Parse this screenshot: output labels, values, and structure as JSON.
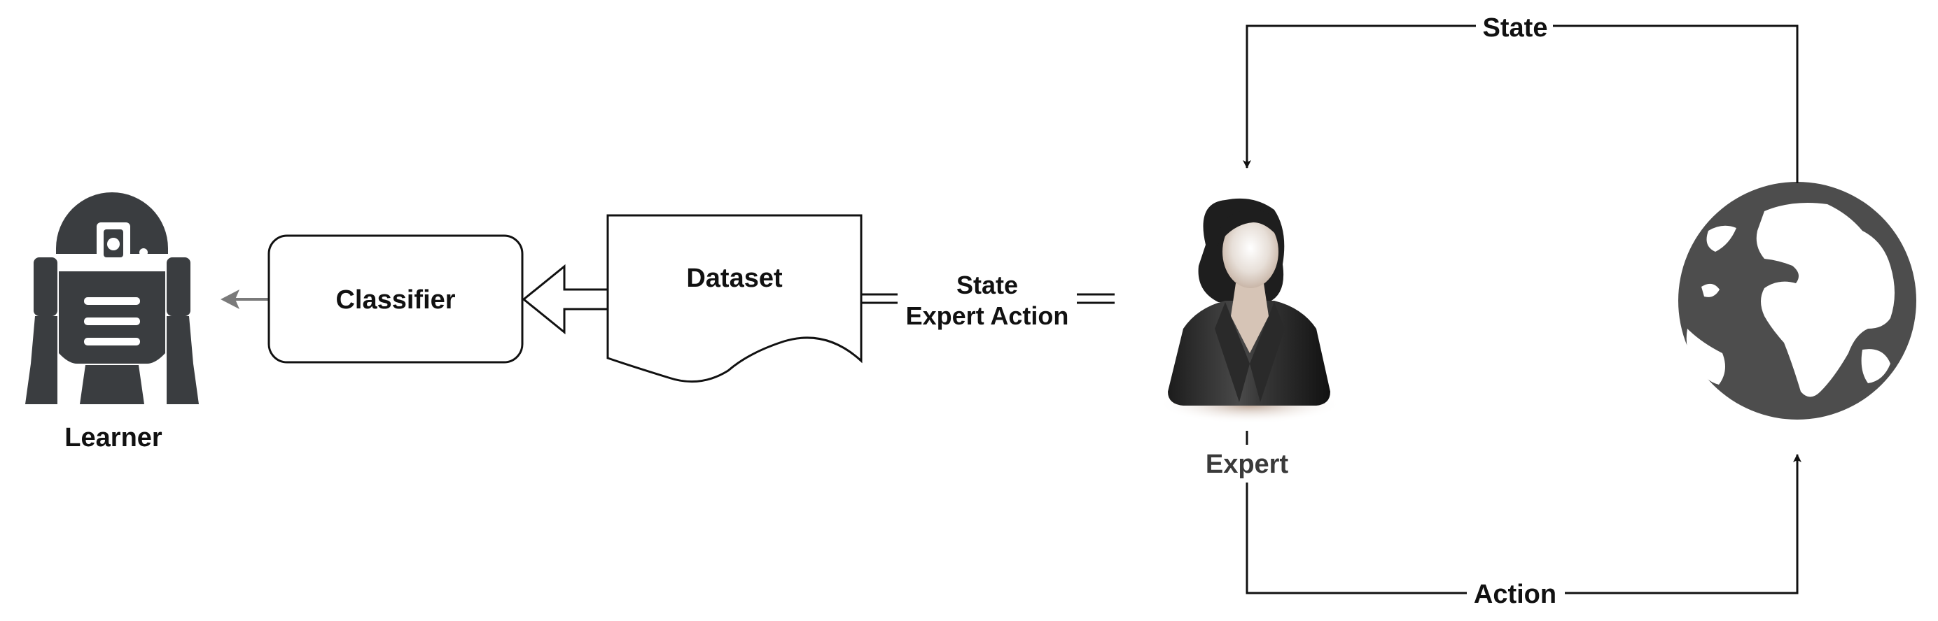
{
  "nodes": {
    "learner": "Learner",
    "classifier": "Classifier",
    "dataset": "Dataset",
    "expert": "Expert"
  },
  "edges": {
    "dataset_link_line1": "State",
    "dataset_link_line2": "Expert Action",
    "state_loop": "State",
    "action_loop": "Action"
  },
  "icons": {
    "learner": "robot-icon",
    "expert": "businesswoman-icon",
    "environment": "globe-icon"
  },
  "colors": {
    "ink": "#111111",
    "icon_dark": "#3a3d40",
    "globe": "#4d4d4d",
    "arrow_gray": "#7a7a7a"
  }
}
